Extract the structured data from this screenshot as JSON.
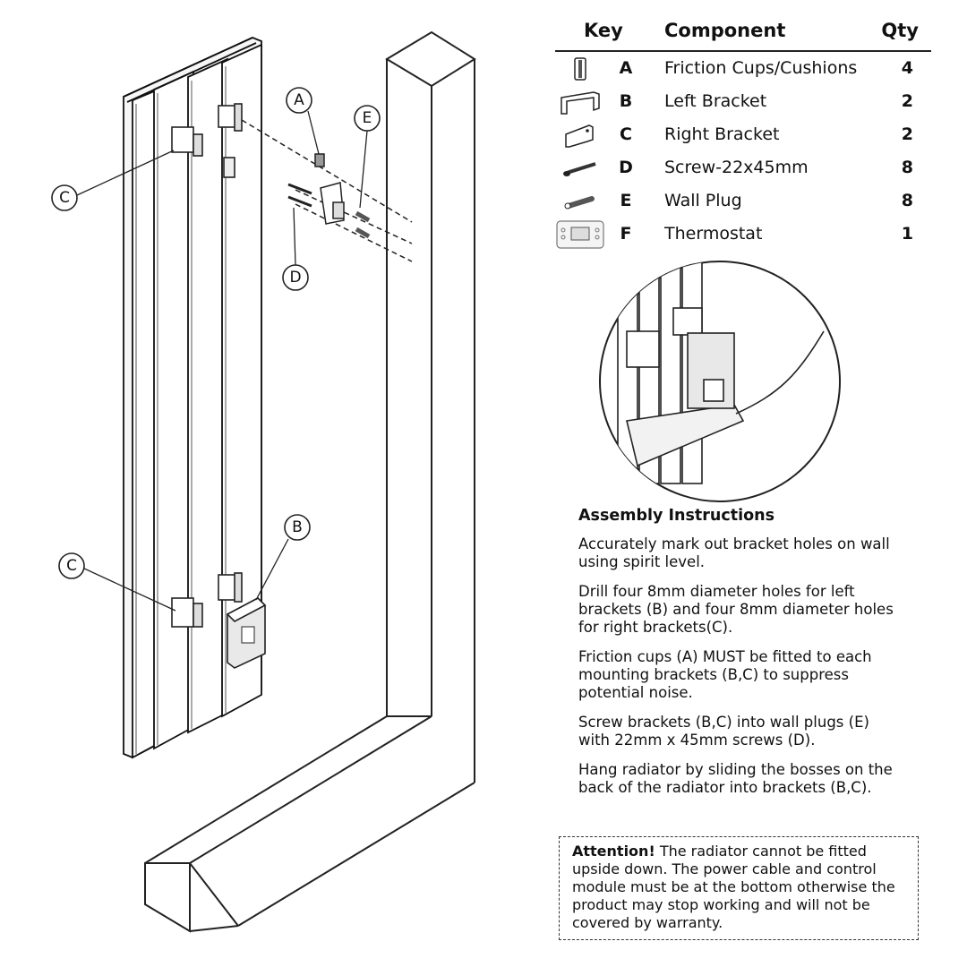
{
  "key_table": {
    "headers": {
      "key": "Key",
      "component": "Component",
      "qty": "Qty"
    },
    "rows": [
      {
        "icon": "friction-cup-icon",
        "letter": "A",
        "component": "Friction Cups/Cushions",
        "qty": "4"
      },
      {
        "icon": "left-bracket-icon",
        "letter": "B",
        "component": "Left Bracket",
        "qty": "2"
      },
      {
        "icon": "right-bracket-icon",
        "letter": "C",
        "component": "Right Bracket",
        "qty": "2"
      },
      {
        "icon": "screw-icon",
        "letter": "D",
        "component": "Screw-22x45mm",
        "qty": "8"
      },
      {
        "icon": "wall-plug-icon",
        "letter": "E",
        "component": "Wall Plug",
        "qty": "8"
      },
      {
        "icon": "thermostat-icon",
        "letter": "F",
        "component": "Thermostat",
        "qty": "1"
      }
    ]
  },
  "callouts": {
    "a": "A",
    "b": "B",
    "c_top": "C",
    "c_bottom": "C",
    "d": "D",
    "e": "E"
  },
  "instructions": {
    "title": "Assembly Instructions",
    "steps": [
      "Accurately mark out bracket holes on wall using spirit level.",
      "Drill four 8mm diameter holes for left brackets (B) and four 8mm diameter holes for right brackets(C).",
      "Friction cups (A) MUST be fitted to each mounting brackets (B,C) to suppress potential noise.",
      "Screw brackets (B,C) into wall plugs (E) with 22mm x 45mm screws (D).",
      "Hang radiator by sliding the bosses on the back of the radiator into brackets (B,C)."
    ]
  },
  "attention": {
    "label": "Attention!",
    "text": " The radiator cannot be fitted upside down. The power cable and control module must be at the bottom otherwise the product may stop working and will not be covered by warranty."
  }
}
